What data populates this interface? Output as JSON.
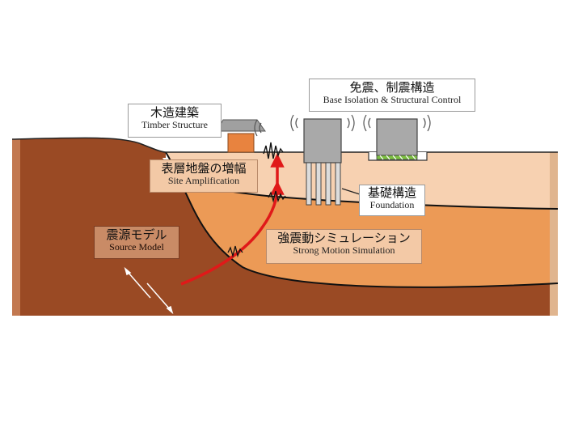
{
  "labels": {
    "timber": {
      "jp": "木造建築",
      "en": "Timber Structure"
    },
    "isolation": {
      "jp": "免震、制震構造",
      "en": "Base Isolation & Structural Control"
    },
    "site": {
      "jp": "表層地盤の増幅",
      "en": "Site Amplification"
    },
    "foundation": {
      "jp": "基礎構造",
      "en": "Foundation"
    },
    "source": {
      "jp": "震源モデル",
      "en": "Source Model"
    },
    "strong": {
      "jp": "強震動シミュレーション",
      "en": "Strong Motion Simulation"
    }
  },
  "colors": {
    "deep_ground": "#9a4a24",
    "mid_layer": "#ec9a56",
    "surface_layer": "#f7d1b1",
    "ground_edge": "#d7b39a",
    "wave_arrow": "#e01919",
    "building_gray": "#a9a9a9",
    "building_green": "#7dc142"
  },
  "icons": [
    "double-arrow-fault-icon",
    "seismic-wave-icon",
    "red-arrow-icon"
  ]
}
